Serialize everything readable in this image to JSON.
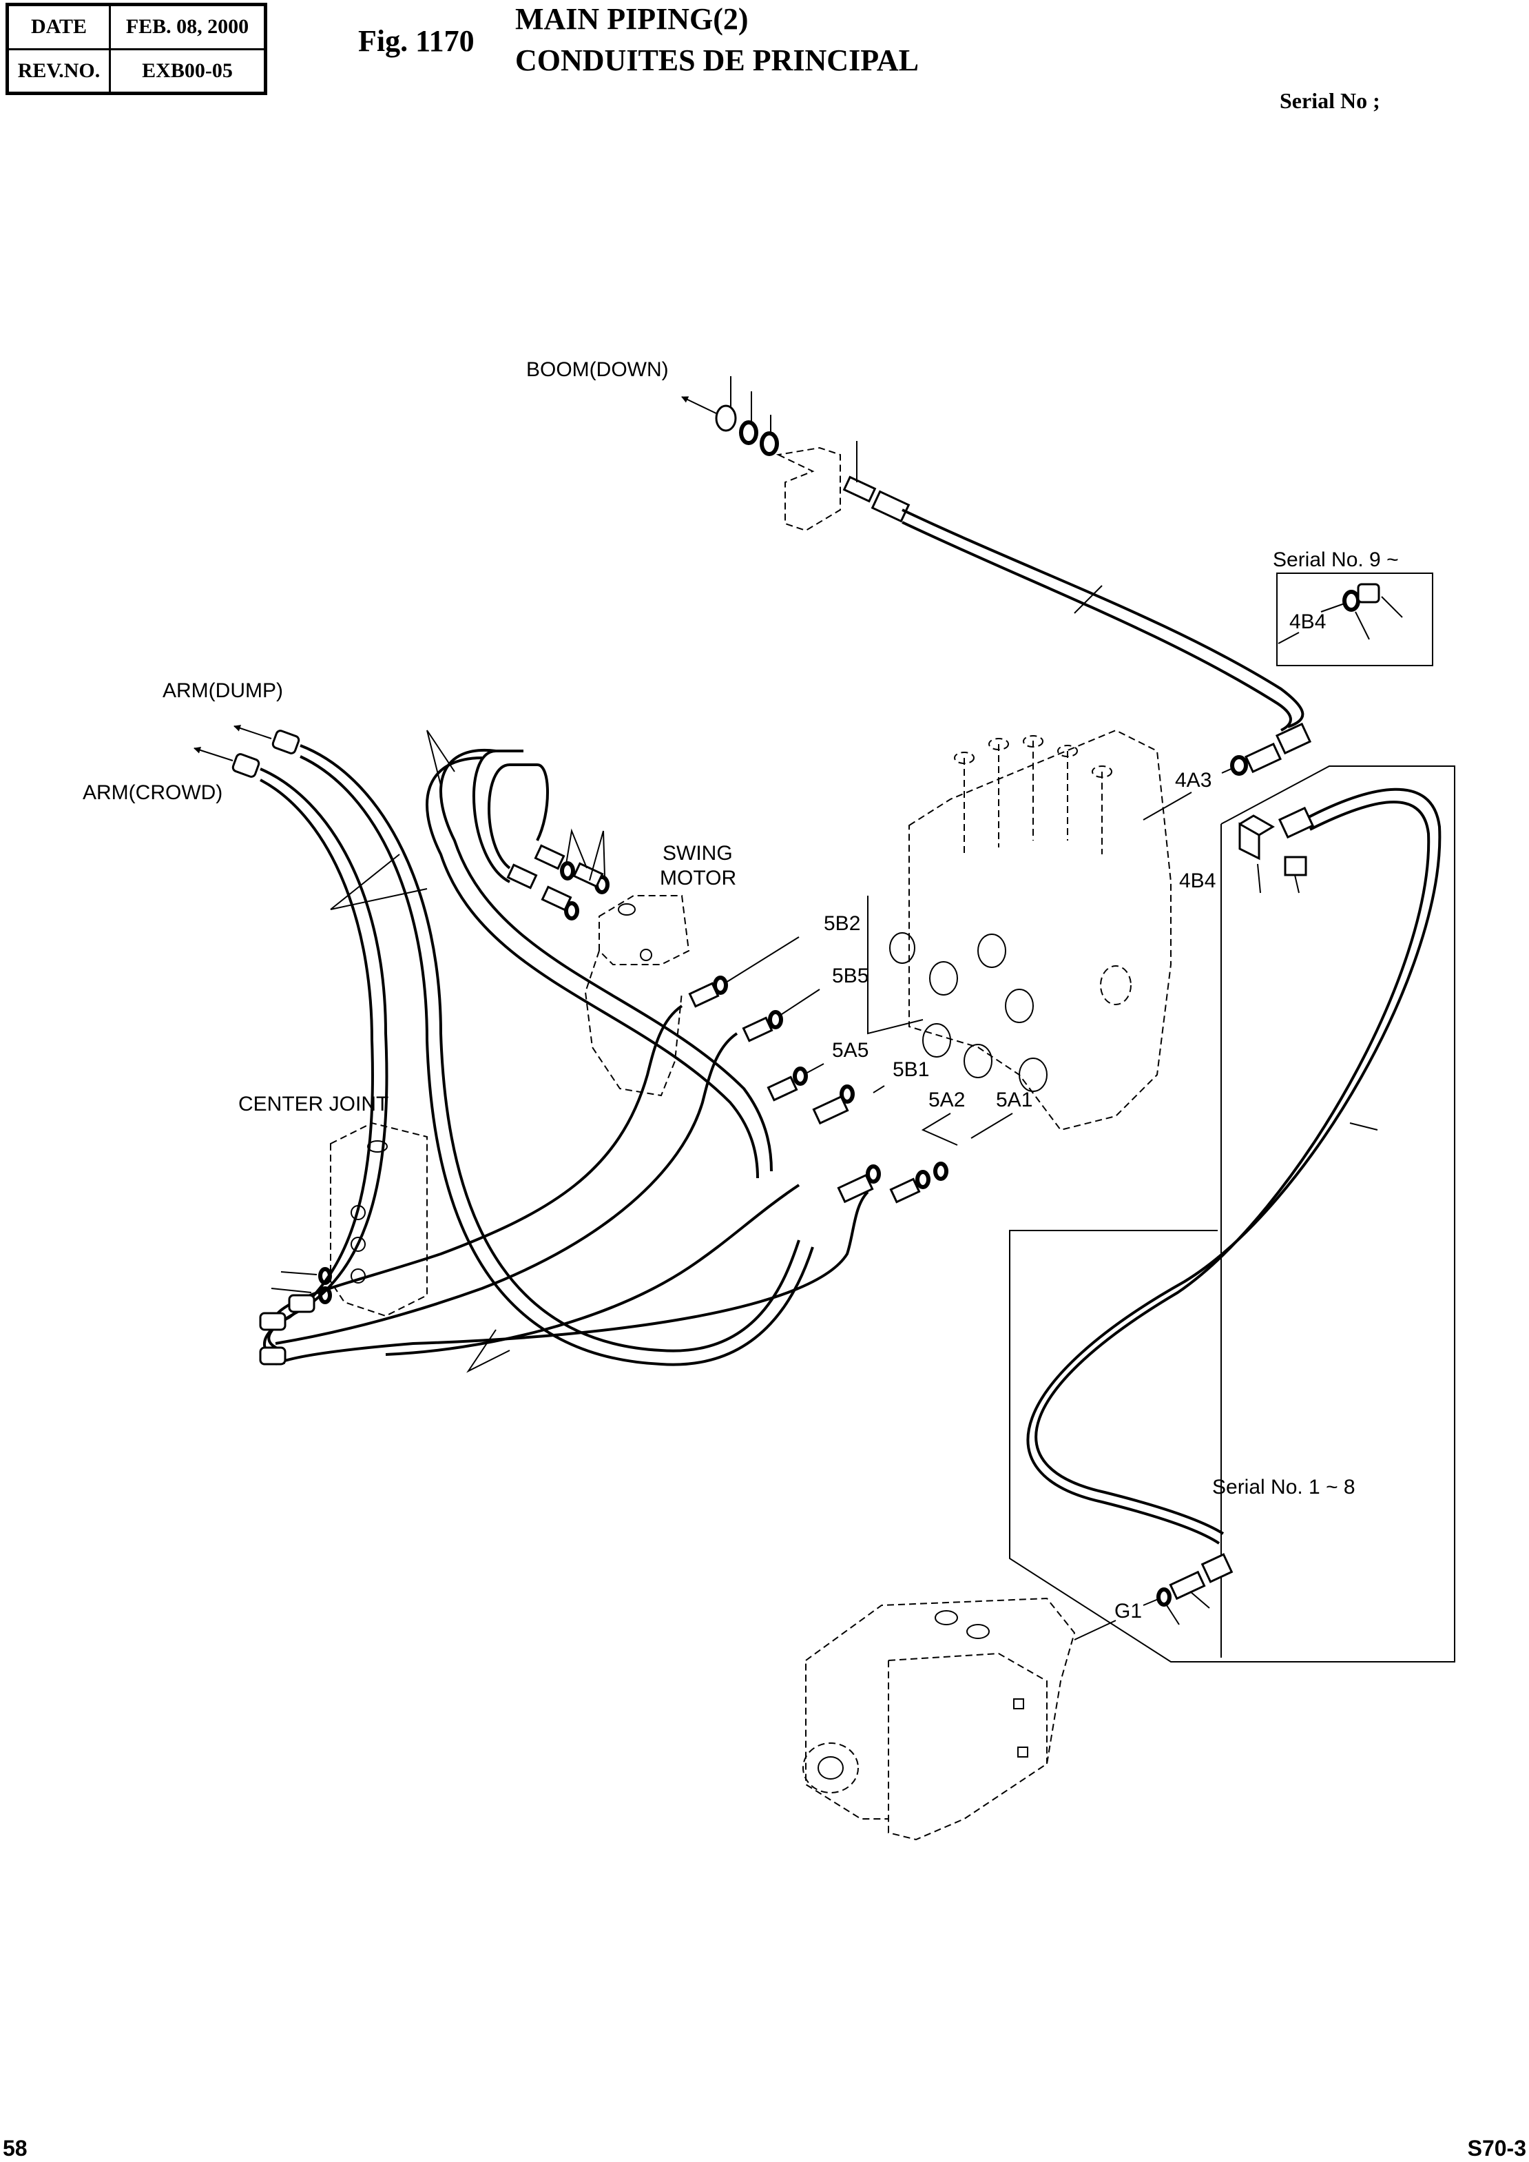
{
  "header": {
    "date_label": "DATE",
    "date_value": "FEB. 08, 2000",
    "rev_label": "REV.NO.",
    "rev_value": "EXB00-05",
    "fig_number": "Fig. 1170",
    "title_en": "MAIN PIPING(2)",
    "title_fr": "CONDUITES DE PRINCIPAL",
    "serial_no": "Serial No ;"
  },
  "diagram": {
    "labels": {
      "boom_down": "BOOM(DOWN)",
      "arm_dump": "ARM(DUMP)",
      "arm_crowd": "ARM(CROWD)",
      "swing_motor_1": "SWING",
      "swing_motor_2": "MOTOR",
      "center_joint": "CENTER JOINT",
      "serial_9": "Serial No. 9 ~",
      "serial_1_8": "Serial No. 1 ~ 8"
    },
    "port_callouts": {
      "p4a3": "4A3",
      "p4b4": "4B4",
      "p4b4_inset": "4B4",
      "p5b2": "5B2",
      "p5b5": "5B5",
      "p5a5": "5A5",
      "p5b1": "5B1",
      "p5a2": "5A2",
      "p5a1": "5A1",
      "pg1": "G1"
    }
  },
  "footer": {
    "page_number": "58",
    "model": "S70-3"
  }
}
